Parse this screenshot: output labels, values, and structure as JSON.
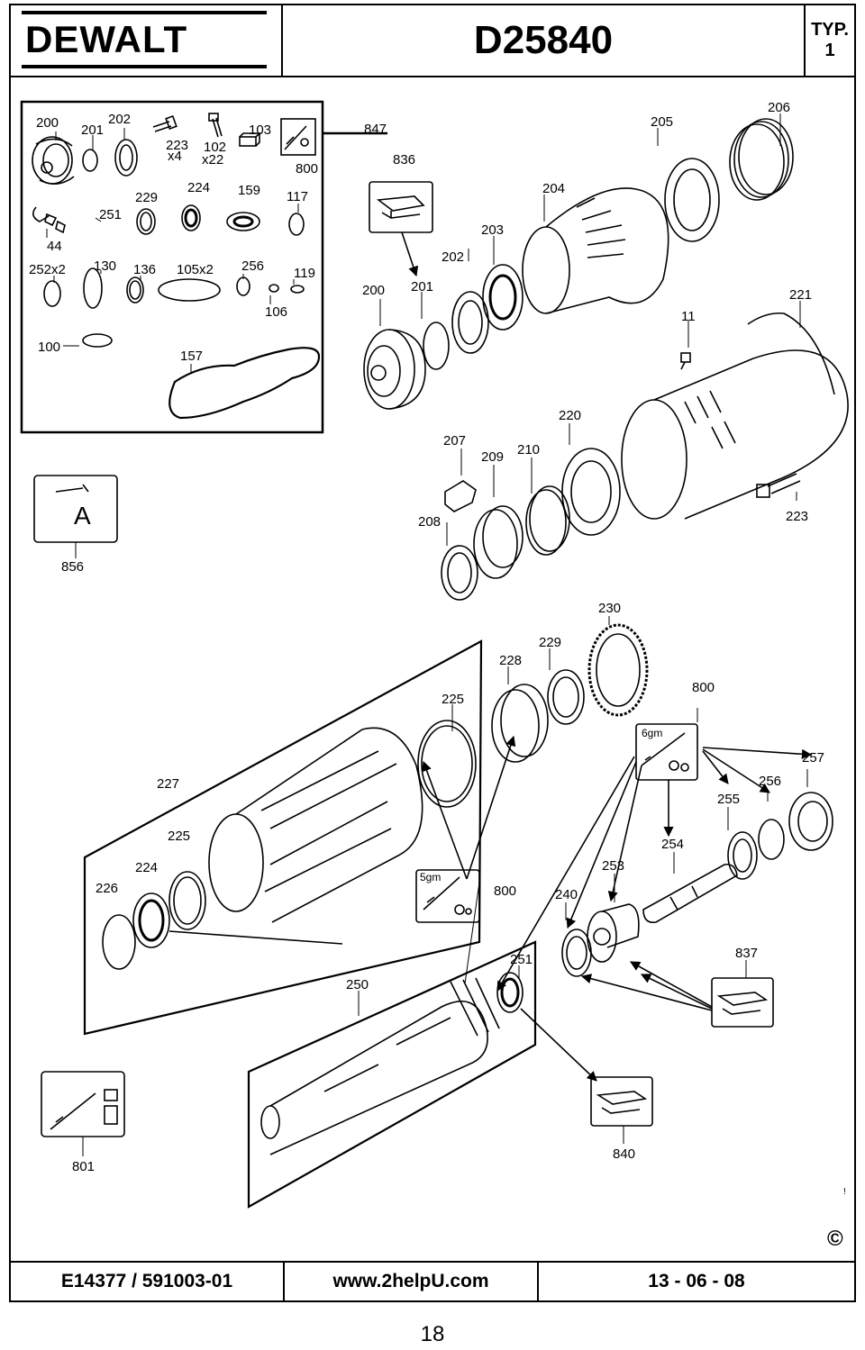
{
  "header": {
    "brand": "DEWALT",
    "model": "D25840",
    "typ_label": "TYP.",
    "typ_value": "1"
  },
  "footer": {
    "doc_number": "E14377 / 591003-01",
    "website": "www.2helpU.com",
    "date": "13 - 06 - 08"
  },
  "page_number": "18",
  "copyright_symbol": "©",
  "mark": "!",
  "kit_box": {
    "labels": {
      "p200": "200",
      "p201": "201",
      "p202": "202",
      "p223": "223",
      "p223q": "x4",
      "p102": "102",
      "p102q": "x22",
      "p103": "103",
      "p800": "800",
      "p229": "229",
      "p224": "224",
      "p159": "159",
      "p117": "117",
      "p251": "251",
      "p44": "44",
      "p252": "252x2",
      "p130": "130",
      "p136": "136",
      "p105": "105x2",
      "p256": "256",
      "p119": "119",
      "p106": "106",
      "p100": "100",
      "p157": "157"
    }
  },
  "callouts": {
    "c847": "847",
    "c836": "836",
    "c204": "204",
    "c205": "205",
    "c206": "206",
    "c203": "203",
    "c202": "202",
    "c200": "200",
    "c201": "201",
    "c11": "11",
    "c221": "221",
    "c220": "220",
    "c207": "207",
    "c209": "209",
    "c210": "210",
    "c208": "208",
    "c223": "223",
    "c856": "856",
    "c856tag": "A",
    "c230": "230",
    "c229": "229",
    "c228": "228",
    "c225a": "225",
    "c800a": "800",
    "c6gm": "6gm",
    "c257": "257",
    "c256": "256",
    "c255": "255",
    "c227": "227",
    "c225b": "225",
    "c224": "224",
    "c226": "226",
    "c254": "254",
    "c253": "253",
    "c240": "240",
    "c5gm": "5gm",
    "c800b": "800",
    "c251": "251",
    "c837": "837",
    "c250": "250",
    "c801": "801",
    "c840": "840"
  }
}
